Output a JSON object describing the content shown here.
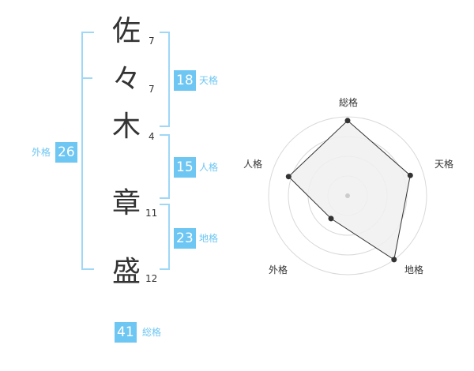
{
  "name_chars": [
    {
      "char": "佐",
      "strokes": "7"
    },
    {
      "char": "々",
      "strokes": "7"
    },
    {
      "char": "木",
      "strokes": "4"
    },
    {
      "char": "章",
      "strokes": "11"
    },
    {
      "char": "盛",
      "strokes": "12"
    }
  ],
  "fortune": {
    "tenkaku": {
      "value": "18",
      "label": "天格"
    },
    "jinkaku": {
      "value": "15",
      "label": "人格"
    },
    "chikaku": {
      "value": "23",
      "label": "地格"
    },
    "gaikaku": {
      "value": "26",
      "label": "外格"
    },
    "soukaku": {
      "value": "41",
      "label": "総格"
    }
  },
  "radar": {
    "axes": [
      "総格",
      "天格",
      "地格",
      "外格",
      "人格"
    ],
    "levels": 4,
    "values": [
      4,
      3.5,
      4.2,
      1.5,
      3.3
    ],
    "max": 4.2,
    "colors": {
      "fill": "#f0f0f0",
      "stroke": "#333333",
      "ring": "#d9d9d9",
      "center": "#cccccc"
    }
  }
}
